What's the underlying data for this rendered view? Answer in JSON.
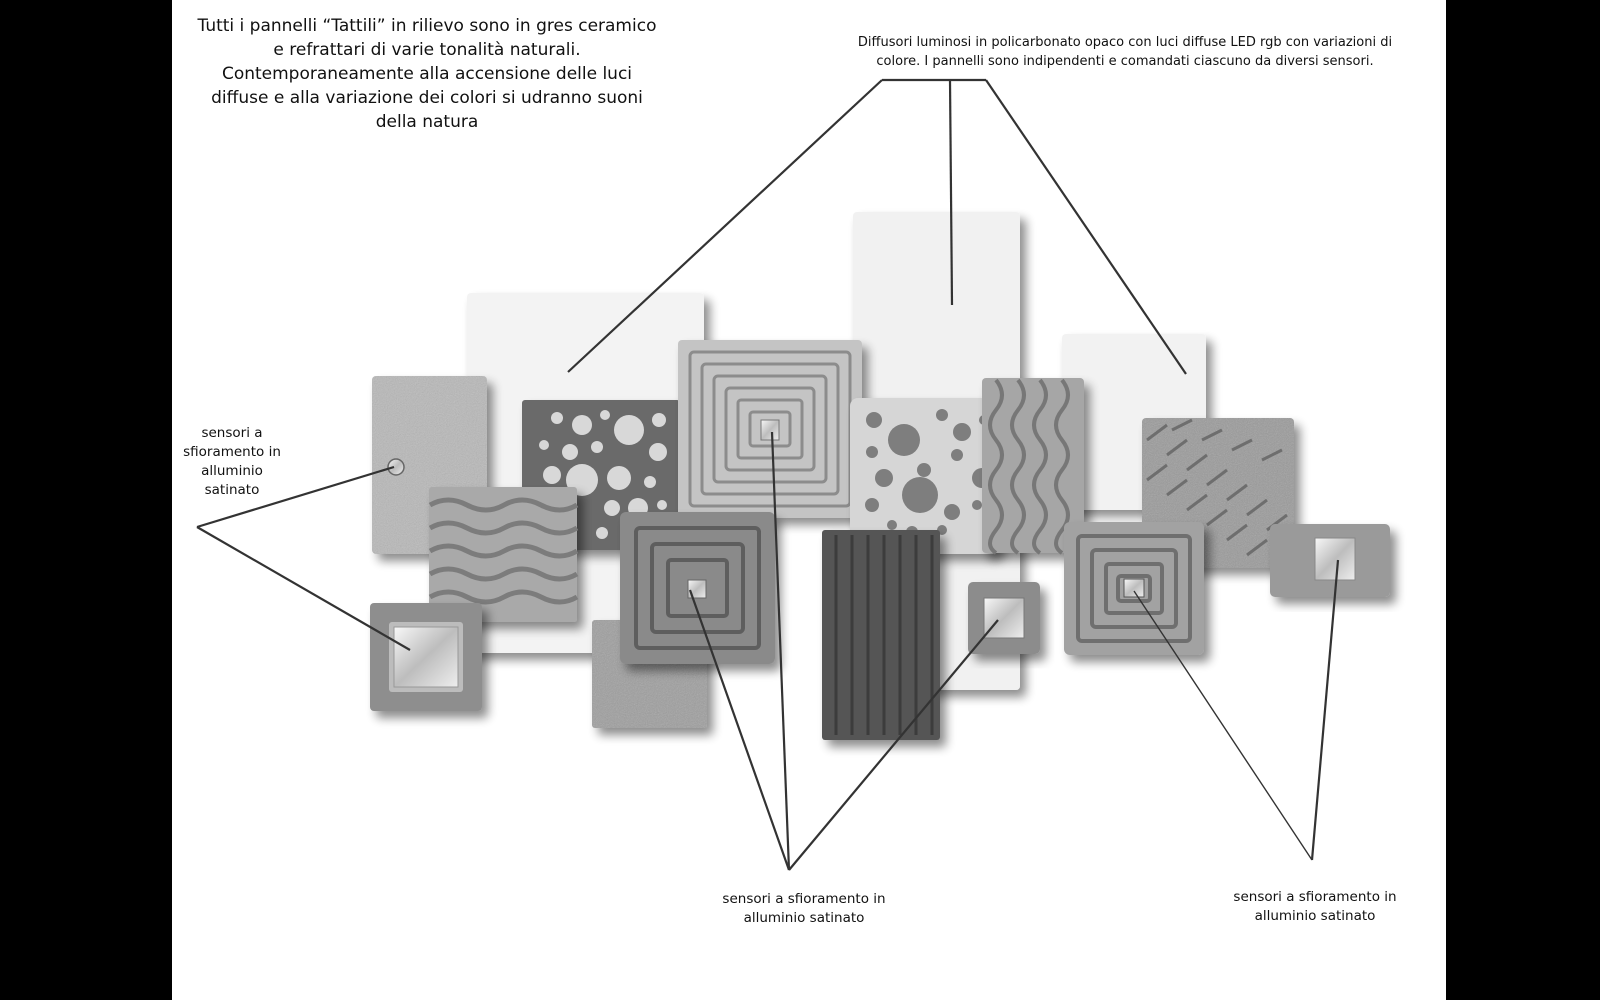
{
  "intro_text": "Tutti i pannelli “Tattili” in rilievo sono in gres ceramico e refrattari di varie tonalità naturali. Contemporaneamente alla accensione delle luci diffuse e alla variazione dei colori si udranno suoni della natura",
  "diffusers_text": "Diffusori luminosi in policarbonato opaco con luci diffuse LED rgb con variazioni di colore. I pannelli sono indipendenti e comandati ciascuno da diversi sensori.",
  "sensor_label_left": "sensori a sfioramento in alluminio satinato",
  "sensor_label_bottom": "sensori a sfioramento in alluminio satinato",
  "sensor_label_right": "sensori a sfioramento in alluminio satinato",
  "colors": {
    "background": "#000000",
    "sheet": "#ffffff",
    "text": "#111111",
    "leader_lines": "#333333",
    "diffuser_panels": "#f2f2f2",
    "ceramic_light": "#cfcfcf",
    "ceramic_mid": "#a9a9a9",
    "ceramic_dark": "#7a7a7a"
  }
}
